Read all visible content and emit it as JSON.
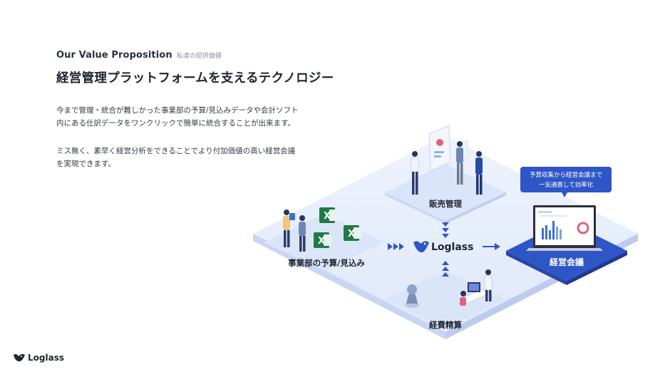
{
  "header": {
    "eyebrow_en": "Our Value Proposition",
    "eyebrow_ja": "私達の提供価値",
    "title": "経営管理プラットフォームを支えるテクノロジー"
  },
  "body": {
    "para1_line1": "今まで管理・統合が難しかった事業部の予算/見込みデータや会計ソフト",
    "para1_line2": "内にある仕訳データをワンクリックで簡単に統合することが出来ます。",
    "para2_line1": "ミス無く、素早く経営分析をできることでより付加価値の高い経営会議",
    "para2_line2": "を実現できます。"
  },
  "diagram": {
    "sales_label": "販売管理",
    "division_label": "事業部の予算/見込み",
    "expense_label": "経費精算",
    "meeting_label": "経営会議",
    "callout_line1": "予算収集から経営会議まで",
    "callout_line2": "一気通貫して効率化",
    "center_logo": "Loglass",
    "excel_glyph": "X",
    "icons": [
      "excel-icon",
      "loglass-bird-icon",
      "arrow-icon",
      "laptop-icon"
    ],
    "colors": {
      "brand": "#2f56c6",
      "excel": "#1f7a45",
      "platform_light": "#e7eefc",
      "platform_mid": "#d3def7",
      "meeting_tile": "#2f56c6"
    }
  },
  "footer": {
    "logo_text": "Loglass"
  }
}
